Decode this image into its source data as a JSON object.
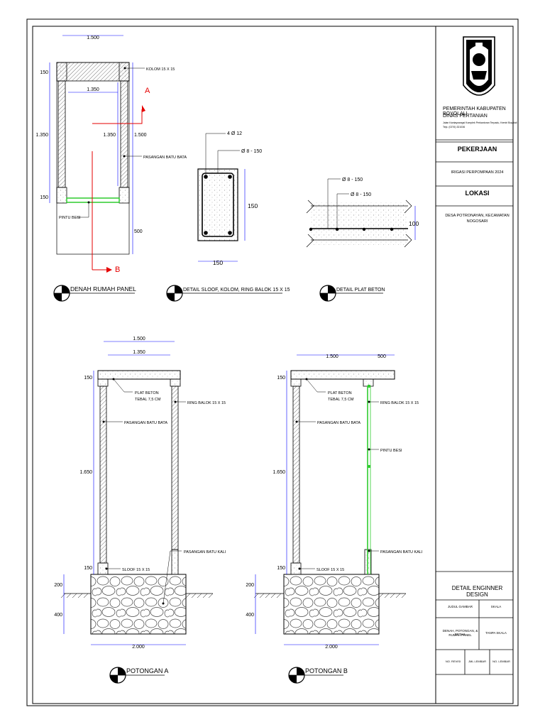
{
  "drawings": {
    "plan": {
      "dim_top": "1.500",
      "dim_inner": "1.350",
      "dim_left_top": "150",
      "dim_left_mid": "1.350",
      "dim_left_bot": "150",
      "dim_right_mid": "1.350",
      "dim_right_outer": "1.500",
      "dim_right_bot": "500",
      "label_kolom": "KOLOM 15 X 15",
      "label_pasangan": "PASANGAN BATU BATA",
      "label_pintu": "PINTU BESI",
      "mark_a": "A",
      "mark_b": "B",
      "title": "DENAH RUMAH PANEL"
    },
    "sloof": {
      "rebar_main": "4 Ø 12",
      "stirrup": "Ø 8 - 150",
      "dim_h": "150",
      "dim_w": "150",
      "title": "DETAIL SLOOF, KOLOM, RING BALOK 15 X 15"
    },
    "plat": {
      "rebar1": "Ø 8 - 150",
      "rebar2": "Ø 8 - 150",
      "dim": "100",
      "title": "DETAIL PLAT BETON"
    },
    "section_a": {
      "dim_top": "1.500",
      "dim_inner": "1.350",
      "dim_150_top": "150",
      "dim_height": "1.650",
      "dim_150_bot": "150",
      "dim_200": "200",
      "dim_400": "400",
      "dim_bottom": "2.000",
      "label_plat": "PLAT BETON",
      "label_tebal": "TEBAL 7,5 CM",
      "label_ring": "RING BALOK 15 X 15",
      "label_bata": "PASANGAN BATU BATA",
      "label_kali": "PASANGAN BATU KALI",
      "label_sloof": "SLOOF 15 X 15",
      "title": "POTONGAN  A"
    },
    "section_b": {
      "dim_top": "1.500",
      "dim_overhang": "500",
      "dim_150_top": "150",
      "dim_height": "1.650",
      "dim_150_bot": "150",
      "dim_200": "200",
      "dim_400": "400",
      "dim_bottom": "2.000",
      "label_plat": "PLAT BETON",
      "label_tebal": "TEBAL 7,5 CM",
      "label_ring": "RING BALOK 15 X 15",
      "label_bata": "PASANGAN BATU BATA",
      "label_pintu": "PINTU BESI",
      "label_kali": "PASANGAN BATU KALI",
      "label_sloof": "SLOOF 15 X 15",
      "title": "POTONGAN  B"
    }
  },
  "title_block": {
    "agency_line1": "PEMERINTAH KABUPATEN BOYOLALI",
    "agency_line2": "DINAS PERTANIAN",
    "address_line1": "Jalan Kantaywangsi Komplek Perkantoran Terpadu, Kemiri Boyolali",
    "address_line2": "Telp. (0276) 321036",
    "pekerjaan_header": "PEKERJAAN",
    "pekerjaan_value": "IRIGASI PERPOMPAAN 2024",
    "lokasi_header": "LOKASI",
    "lokasi_line1": "DESA POTRONAYAN, KECAMATAN",
    "lokasi_line2": "NOGOSARI",
    "design_header": "DETAIL ENGINNER DESIGN",
    "judul_label": "JUDUL GAMBAR",
    "skala_label": "SKALA",
    "judul_line1": "DENAH, POTONGAN, & DETAIL",
    "judul_line2": "RUMAH PANEL",
    "skala_value": "TANPA SKALA",
    "no_rev": "NO. REVISI",
    "jml_lembar": "JML LEMBAR",
    "no_lembar": "NO. LEMBAR"
  },
  "colors": {
    "line": "#000000",
    "door_green": "#2ecc2e",
    "section_red": "#e60000",
    "hatch": "#555555"
  }
}
